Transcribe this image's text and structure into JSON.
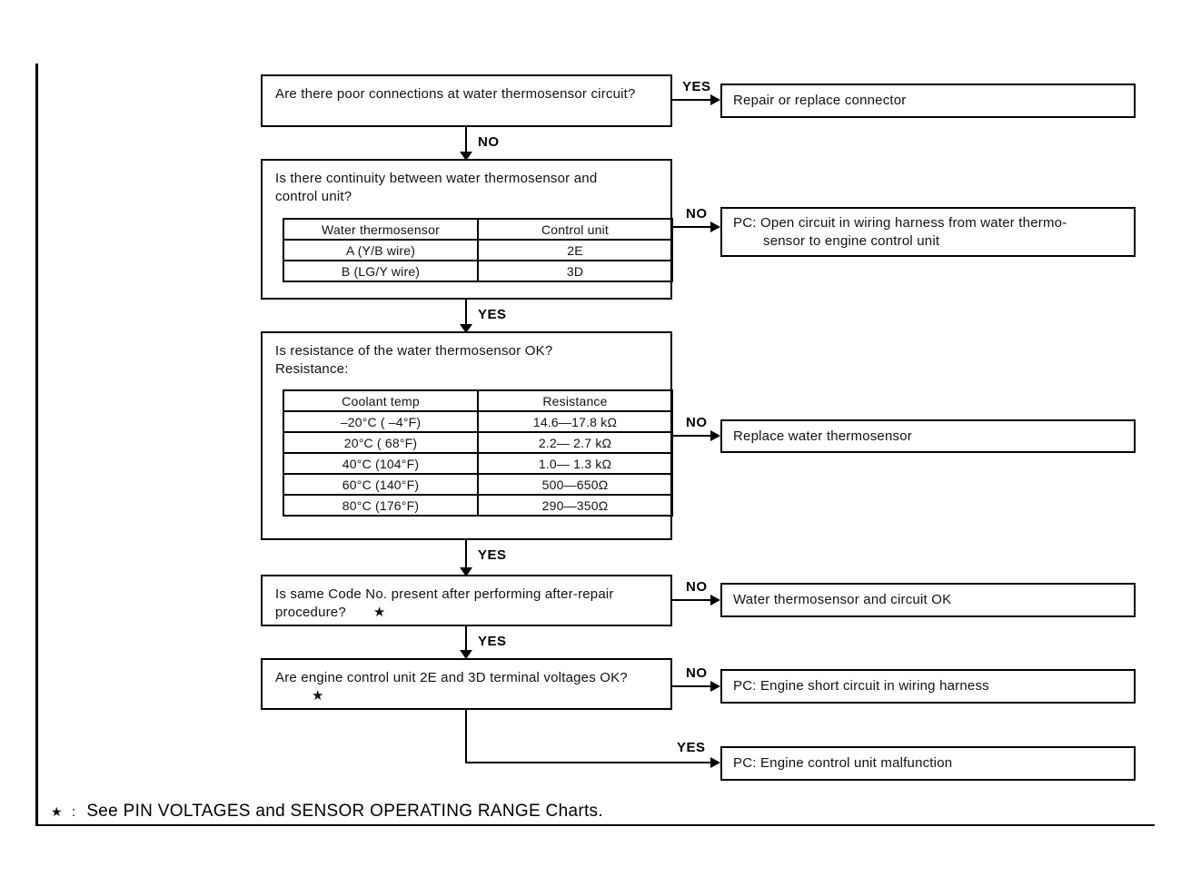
{
  "page": {
    "footnote": {
      "star": "★",
      "sep": ":",
      "text": "See PIN VOLTAGES and SENSOR OPERATING RANGE Charts."
    },
    "labels": {
      "q1_yes": "YES",
      "q1_no": "NO",
      "q2_no": "NO",
      "q2_yes": "YES",
      "q3_no": "NO",
      "q3_yes": "YES",
      "q4_no": "NO",
      "q4_yes": "YES",
      "q5_no": "NO",
      "q5_yes": "YES"
    },
    "questions": {
      "q1": {
        "text": "Are there poor connections at water thermosensor circuit?"
      },
      "q2": {
        "text": "Is there continuity between water thermosensor and control unit?",
        "table": {
          "headers": [
            "Water thermosensor",
            "Control unit"
          ],
          "rows": [
            [
              "A (Y/B wire)",
              "2E"
            ],
            [
              "B (LG/Y wire)",
              "3D"
            ]
          ]
        }
      },
      "q3": {
        "text": "Is resistance of the water thermosensor OK?",
        "subtext": "Resistance:",
        "table": {
          "headers": [
            "Coolant temp",
            "Resistance"
          ],
          "rows": [
            [
              "–20°C ( –4°F)",
              "14.6—17.8 kΩ"
            ],
            [
              "20°C ( 68°F)",
              "2.2— 2.7 kΩ"
            ],
            [
              "40°C (104°F)",
              "1.0— 1.3 kΩ"
            ],
            [
              "60°C (140°F)",
              "500—650Ω"
            ],
            [
              "80°C (176°F)",
              "290—350Ω"
            ]
          ]
        }
      },
      "q4": {
        "text": "Is same Code No. present after performing after-repair procedure?",
        "star": "★"
      },
      "q5": {
        "text": "Are engine control unit 2E and 3D terminal voltages OK?",
        "star": "★"
      }
    },
    "actions": {
      "a1": "Repair or replace connector",
      "a2_line1": "PC: Open circuit in wiring harness from water thermo-",
      "a2_line2": "sensor to engine control unit",
      "a3": "Replace water thermosensor",
      "a4": "Water thermosensor and circuit OK",
      "a5": "PC: Engine short circuit in wiring harness",
      "a6": "PC: Engine control unit malfunction"
    }
  }
}
